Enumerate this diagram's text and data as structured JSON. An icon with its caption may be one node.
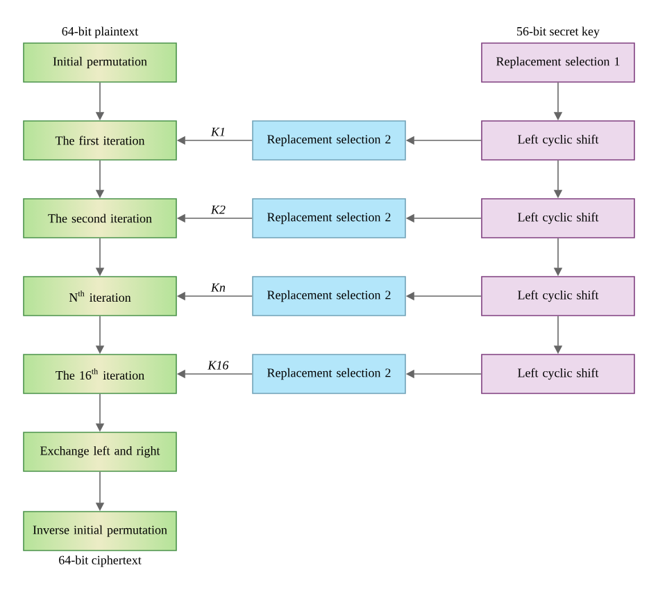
{
  "diagram": {
    "nodes": [
      {
        "text": [
          "Initial permutation"
        ],
        "beside": [
          "64-bit plaintext"
        ]
      },
      {
        "text": [
          "The first iteration"
        ]
      },
      {
        "text": [
          "The second iteration"
        ]
      },
      {
        "text": [
          "N$^{th}$ iteration"
        ]
      },
      {
        "text": [
          "The 16$^{th}$ iteration"
        ]
      },
      {
        "text": [
          "Exchange left and right"
        ]
      },
      {
        "text": [
          "Inverse initial permutation"
        ],
        "beside": [
          "64-bit ciphertext"
        ]
      },
      {
        "text": [
          "Replacement selection 1"
        ],
        "beside": [
          "56-bit secret key"
        ]
      },
      {
        "text": [
          "Left cyclic shift"
        ]
      },
      {
        "text": [
          "Left cyclic shift"
        ]
      },
      {
        "text": [
          "Left cyclic shift"
        ]
      },
      {
        "text": [
          "Left cyclic shift"
        ]
      },
      {
        "text": [
          "Replacement selection 2"
        ]
      },
      {
        "text": [
          "Replacement selection 2"
        ]
      },
      {
        "text": [
          "Replacement selection 2"
        ]
      },
      {
        "text": [
          "Replacement selection 2"
        ]
      }
    ],
    "edges": [
      {
        "from": 0,
        "to": 1,
        "arrow": "to"
      },
      {
        "from": 1,
        "to": 2,
        "arrow": "to"
      },
      {
        "from": 2,
        "to": 3,
        "arrow": "to"
      },
      {
        "from": 3,
        "to": 4,
        "arrow": "to"
      },
      {
        "from": 4,
        "to": 5,
        "arrow": "to"
      },
      {
        "from": 5,
        "to": 6,
        "arrow": "to"
      },
      {
        "from": 7,
        "to": 8,
        "arrow": "to"
      },
      {
        "from": 8,
        "to": 9,
        "arrow": "to"
      },
      {
        "from": 9,
        "to": 10,
        "arrow": "to"
      },
      {
        "from": 10,
        "to": 11,
        "arrow": "to"
      },
      {
        "from": 8,
        "to": 12,
        "arrow": "to"
      },
      {
        "from": 9,
        "to": 13,
        "arrow": "to"
      },
      {
        "from": 10,
        "to": 14,
        "arrow": "to"
      },
      {
        "from": 11,
        "to": 15,
        "arrow": "to"
      },
      {
        "from": 12,
        "to": 1,
        "arrow": "to",
        "label": "K1"
      },
      {
        "from": 13,
        "to": 2,
        "arrow": "to",
        "label": "K2"
      },
      {
        "from": 14,
        "to": 3,
        "arrow": "to",
        "label": "Kn"
      },
      {
        "from": 15,
        "to": 4,
        "arrow": "to",
        "label": "K16"
      }
    ]
  }
}
